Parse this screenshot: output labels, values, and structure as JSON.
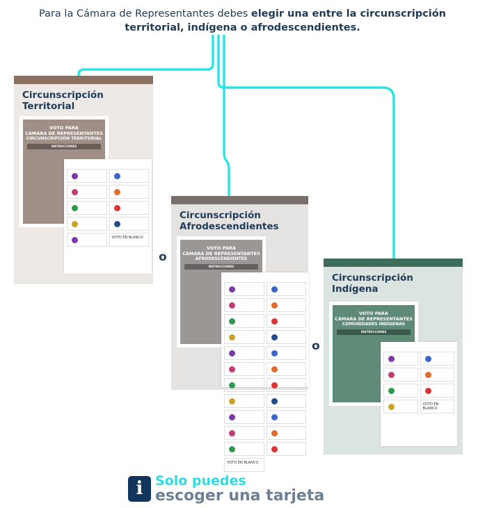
{
  "intro": {
    "text_plain": "Para la Cámara de Representantes debes ",
    "text_bold": "elegir una entre la circunscripción territorial, indígena o afrodescendientes."
  },
  "cards": [
    {
      "title": "Circunscripción Territorial",
      "bar_color": "#8b6f5f",
      "bg": "#ece9e6",
      "ballot_color": "#a08f86",
      "ballot_subtitle": "CIRCUNSCRIPCIÓN TERRITORIAL"
    },
    {
      "title": "Circunscripción Afrodescendientes",
      "bar_color": "#7a716c",
      "bg": "#e4e3e1",
      "ballot_color": "#9a9794",
      "ballot_subtitle": "AFRODESCENDIENTES"
    },
    {
      "title": "Circunscripción Indígena",
      "bar_color": "#3e6e5a",
      "bg": "#dce4e1",
      "ballot_color": "#5f8a78",
      "ballot_subtitle": "COMUNIDADES INDÍGENAS"
    }
  ],
  "ballot": {
    "line1": "VOTO PARA",
    "line2": "CÁMARA DE REPRESENTANTES",
    "instructions": "INSTRUCCIONES",
    "blank_vote": "VOTO EN BLANCO"
  },
  "separator": "o",
  "footer": {
    "line1": "Solo puedes",
    "line2": "escoger una tarjeta",
    "icon": "info-icon"
  },
  "colors": {
    "connector": "#2ee3e3",
    "text": "#1f3b57"
  }
}
